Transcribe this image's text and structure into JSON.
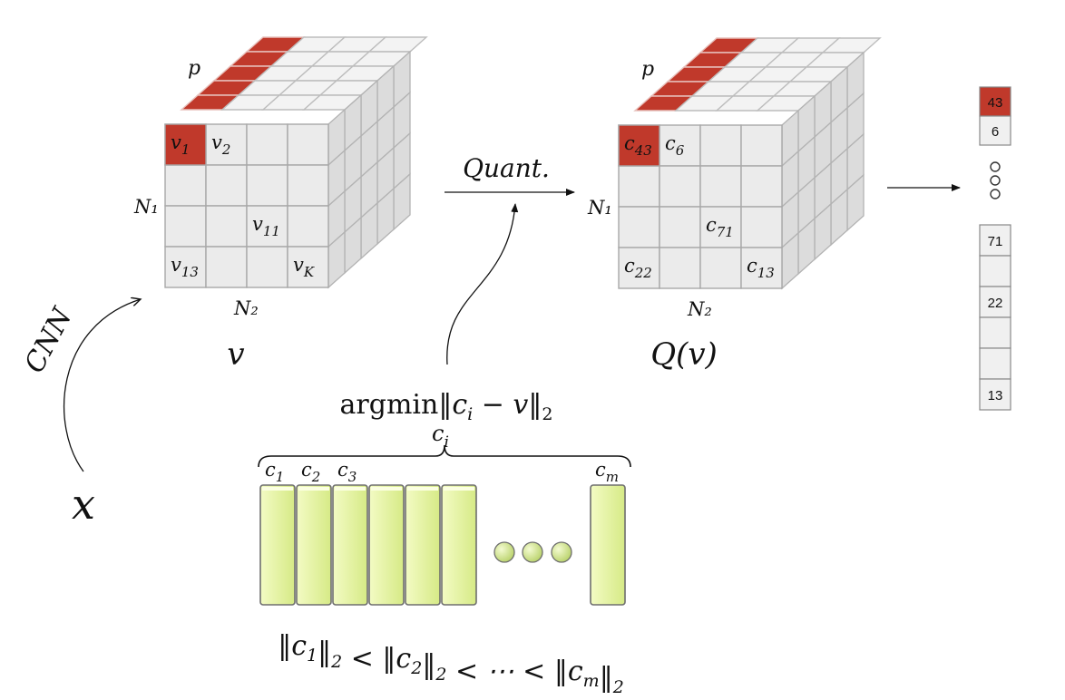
{
  "diagram": {
    "input_label": "x",
    "cnn_label": "CNN",
    "quant_label": "Quant.",
    "left_tensor": {
      "name": "v",
      "p_label": "p",
      "n1_label": "N₁",
      "n2_label": "N₂",
      "cells": [
        {
          "r": 0,
          "c": 0,
          "base": "v",
          "sub": "1",
          "highlight": true
        },
        {
          "r": 0,
          "c": 1,
          "base": "v",
          "sub": "2",
          "highlight": false
        },
        {
          "r": 2,
          "c": 2,
          "base": "v",
          "sub": "11",
          "highlight": false
        },
        {
          "r": 3,
          "c": 0,
          "base": "v",
          "sub": "13",
          "highlight": false
        },
        {
          "r": 3,
          "c": 3,
          "base": "v",
          "sub": "K",
          "highlight": false
        }
      ]
    },
    "right_tensor": {
      "name": "Q(v)",
      "p_label": "p",
      "n1_label": "N₁",
      "n2_label": "N₂",
      "cells": [
        {
          "r": 0,
          "c": 0,
          "base": "c",
          "sub": "43",
          "highlight": true
        },
        {
          "r": 0,
          "c": 1,
          "base": "c",
          "sub": "6",
          "highlight": false
        },
        {
          "r": 2,
          "c": 2,
          "base": "c",
          "sub": "71",
          "highlight": false
        },
        {
          "r": 3,
          "c": 0,
          "base": "c",
          "sub": "22",
          "highlight": false
        },
        {
          "r": 3,
          "c": 3,
          "base": "c",
          "sub": "13",
          "highlight": false
        }
      ]
    },
    "index_vector": {
      "top": [
        {
          "label": "43",
          "highlight": true
        },
        {
          "label": "6",
          "highlight": false
        }
      ],
      "bottom": [
        {
          "label": "71"
        },
        {
          "label": ""
        },
        {
          "label": "22"
        },
        {
          "label": ""
        },
        {
          "label": ""
        },
        {
          "label": "13"
        }
      ]
    },
    "argmin": {
      "op": "argmin",
      "lhs": "‖c",
      "sub_i": "i",
      "mid": " − v‖",
      "norm_sub": "2"
    },
    "codebook": {
      "brace_label": "c",
      "brace_sub": "i",
      "columns": [
        {
          "base": "c",
          "sub": "1"
        },
        {
          "base": "c",
          "sub": "2"
        },
        {
          "base": "c",
          "sub": "3"
        },
        {
          "base": "",
          "sub": ""
        },
        {
          "base": "",
          "sub": ""
        },
        {
          "base": "",
          "sub": ""
        }
      ],
      "last": {
        "base": "c",
        "sub": "m"
      },
      "ordering": [
        {
          "t": "‖c",
          "s": "1"
        },
        {
          "t": "‖",
          "s": "2"
        },
        {
          "t": " < ‖c",
          "s": "2"
        },
        {
          "t": "‖",
          "s": "2"
        },
        {
          "t": " < ⋯ < ‖c",
          "s": "m"
        },
        {
          "t": "‖",
          "s": "2"
        }
      ]
    },
    "colors": {
      "red": "#c0392b",
      "cell_face": "#ebebeb",
      "cell_line": "#9a9a9a",
      "codebook_fill": "#e8f5a6",
      "codebook_stroke": "#6e6e6e"
    }
  }
}
